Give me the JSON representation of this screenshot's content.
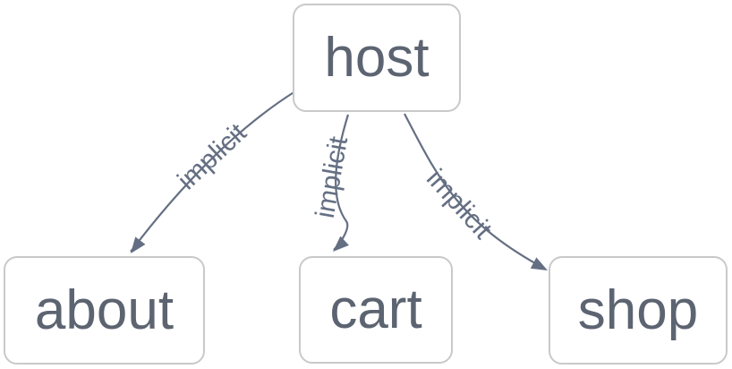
{
  "diagram": {
    "nodes": [
      {
        "id": "host",
        "label": "host"
      },
      {
        "id": "about",
        "label": "about"
      },
      {
        "id": "cart",
        "label": "cart"
      },
      {
        "id": "shop",
        "label": "shop"
      }
    ],
    "edges": [
      {
        "from": "host",
        "to": "about",
        "label": "implicit"
      },
      {
        "from": "host",
        "to": "cart",
        "label": "implicit"
      },
      {
        "from": "host",
        "to": "shop",
        "label": "implicit"
      }
    ],
    "colors": {
      "node_fill": "#ffffff",
      "node_border": "#c9c9c9",
      "node_text": "#5d6471",
      "edge": "#656f83"
    }
  }
}
